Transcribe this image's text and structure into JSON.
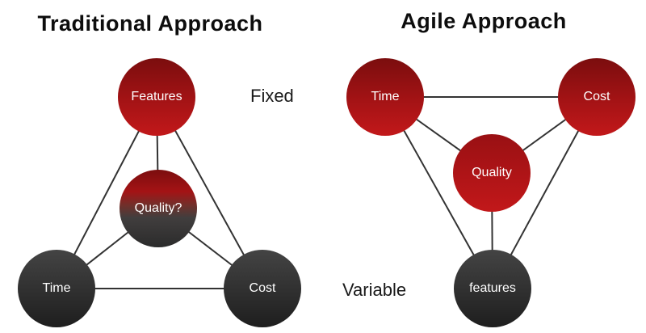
{
  "traditional": {
    "title": "Traditional Approach",
    "side_label": "Fixed",
    "nodes": {
      "features": "Features",
      "quality": "Quality?",
      "time": "Time",
      "cost": "Cost"
    }
  },
  "agile": {
    "title": "Agile Approach",
    "side_label": "Variable",
    "nodes": {
      "time": "Time",
      "cost": "Cost",
      "quality": "Quality",
      "features": "features"
    }
  },
  "colors": {
    "background": "#ffffff",
    "node_red_top": "#7b0d0e",
    "node_red_mid": "#a41315",
    "node_red_bottom": "#c2181a",
    "node_quality_red_top": "#991013",
    "node_gray_top": "#444444",
    "node_gray_bottom": "#1e1e1e",
    "node_mixed_middle": "#6d312c",
    "connector": "#333333",
    "node_text": "#ffffff",
    "title_text": "#0d0d0d"
  }
}
